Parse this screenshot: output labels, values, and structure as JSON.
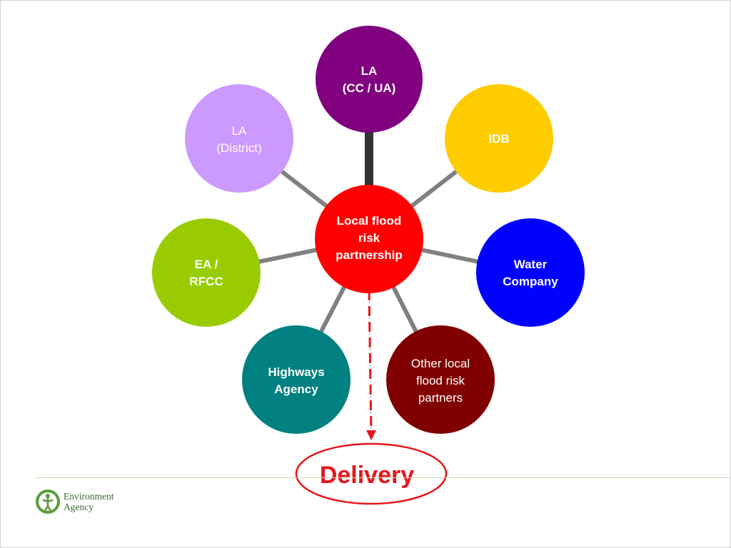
{
  "center": {
    "lines": [
      "Local flood",
      "risk",
      "partnership"
    ],
    "color": "#ff0000"
  },
  "nodes": [
    {
      "id": "la-cc-ua",
      "lines": [
        "LA",
        "(CC / UA)"
      ],
      "color": "#800080",
      "bold": true
    },
    {
      "id": "idb",
      "lines": [
        "IDB"
      ],
      "color": "#ffcc00",
      "bold": true
    },
    {
      "id": "water",
      "lines": [
        "Water",
        "Company"
      ],
      "color": "#0000ff",
      "bold": true
    },
    {
      "id": "other",
      "lines": [
        "Other local",
        "flood risk",
        "partners"
      ],
      "color": "#800000",
      "bold": false
    },
    {
      "id": "highways",
      "lines": [
        "Highways",
        "Agency"
      ],
      "color": "#008080",
      "bold": true
    },
    {
      "id": "ea-rfcc",
      "lines": [
        "EA /",
        "RFCC"
      ],
      "color": "#99cc00",
      "bold": true
    },
    {
      "id": "la-district",
      "lines": [
        "LA",
        "(District)"
      ],
      "color": "#cc99ff",
      "bold": false
    }
  ],
  "delivery": {
    "label": "Delivery",
    "color": "#e8141b"
  },
  "logo": {
    "line1": "Environment",
    "line2": "Agency",
    "color": "#3a6b32"
  },
  "connector_color": "#808080",
  "main_connector_color": "#333333"
}
